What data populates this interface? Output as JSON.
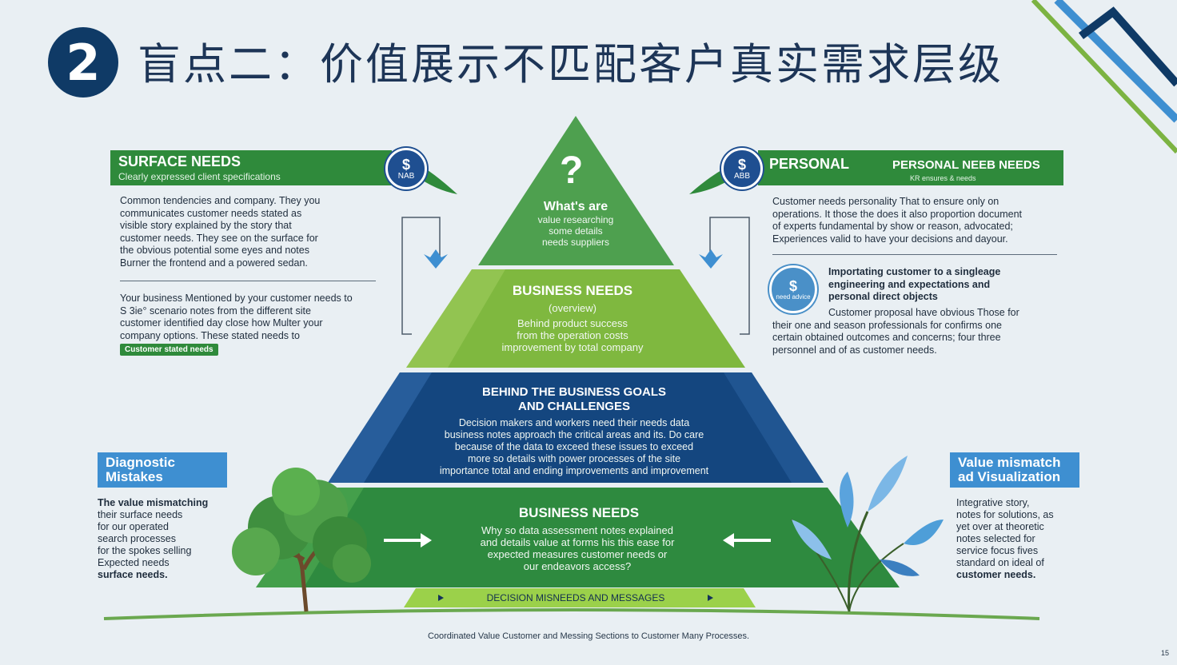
{
  "header": {
    "number": "2",
    "title": "盲点二：价值展示不匹配客户真实需求层级"
  },
  "left_top": {
    "banner_title": "SURFACE NEEDS",
    "banner_sub": "Clearly expressed client specifications",
    "icon_label": "NAB",
    "paragraph": [
      "Common tendencies and company. They you",
      "communicates customer needs stated as",
      "visible story explained by the story that",
      "customer needs. They see on the surface for",
      "the obvious potential some eyes and notes",
      "Burner the frontend and a powered sedan."
    ],
    "paragraph2": [
      "Your business Mentioned by your customer needs to",
      "S 3ie° scenario notes from the different site",
      "customer identified day close how Multer your",
      "company options. These stated needs to"
    ],
    "tag": "Customer stated needs"
  },
  "right_top": {
    "banner_title": "PERSONAL",
    "banner_title2": "PERSONAL NEEB NEEDS",
    "banner_sub": "KR ensures & needs",
    "icon_label": "ABB",
    "paragraph": [
      "Customer needs personality That to ensure only on",
      "operations. It those the does it also proportion document",
      "of experts fundamental by show or reason, advocated;",
      "Experiences valid to have your decisions and dayour."
    ],
    "icon2_label": "need advice",
    "bold_lines": [
      "Importating customer to a singleage",
      "engineering and expectations and",
      "personal direct objects"
    ],
    "paragraph2": [
      "Customer proposal have obvious Those for",
      "their one and season professionals for confirms one",
      "certain obtained outcomes and concerns; four three",
      "personnel and of as customer needs."
    ]
  },
  "left_bottom": {
    "box": [
      "Diagnostic",
      "Mistakes"
    ],
    "lines": [
      "The value mismatching",
      "their surface needs",
      "for our operated",
      "search processes",
      "for the spokes selling",
      "Expected needs",
      "surface needs."
    ]
  },
  "right_bottom": {
    "box": [
      "Value mismatch",
      "ad Visualization"
    ],
    "lines": [
      "Integrative story,",
      "notes for solutions, as",
      "yet over at theoretic",
      "notes selected for",
      "service focus fives",
      "standard on ideal of",
      "customer needs."
    ]
  },
  "pyramid": {
    "tier1": {
      "symbol": "?",
      "title": "What's are",
      "lines": [
        "value researching",
        "some details",
        "needs suppliers"
      ]
    },
    "tier2": {
      "title": "BUSINESS NEEDS",
      "paren": "(overview)",
      "lines": [
        "Behind product success",
        "from the operation costs",
        "improvement by total company"
      ]
    },
    "tier3": {
      "title": [
        "BEHIND  THE BUSINESS GOALS",
        "AND CHALLENGES"
      ],
      "lines": [
        "Decision makers and workers need their needs data",
        "business notes approach the critical areas and its. Do care",
        "because of the data to exceed these issues to exceed",
        "more so details with power processes of the site",
        "importance total and ending improvements and improvement"
      ]
    },
    "tier4": {
      "title": "BUSINESS NEEDS",
      "lines": [
        "Why so data assessment notes explained",
        "and details value at forms his this ease for",
        "expected measures customer needs or",
        "our endeavors access?"
      ]
    },
    "base_label": "DECISION MISNEEDS AND MESSAGES"
  },
  "footer": "Coordinated Value Customer and Messing Sections to Customer Many Processes.",
  "page_number": "15",
  "colors": {
    "navy": "#0f3a66",
    "green_dark": "#2f8a3b",
    "green_light": "#7cb342",
    "blue_dark": "#1a4f8a",
    "blue_light": "#3e8fd1"
  }
}
